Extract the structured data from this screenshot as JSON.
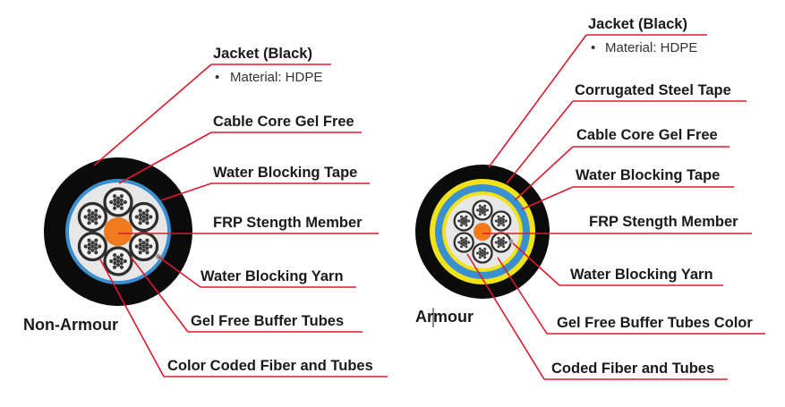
{
  "colors": {
    "leader": "#e0182d",
    "jacket": "#0b0b0b",
    "blue_tape": "#3a8fd0",
    "core_fill": "#e7e7e7",
    "member": "#f07a1c",
    "tube_fill": "#f2f2f2",
    "armour_yellow": "#f2e21a"
  },
  "left_cable": {
    "caption": "Non-Armour",
    "labels": {
      "jacket": "Jacket (Black)",
      "jacket_material": "Material: HDPE",
      "core": "Cable Core Gel Free",
      "tape": "Water Blocking Tape",
      "frp": "FRP Stength Member",
      "yarn": "Water Blocking Yarn",
      "tubes": "Gel Free Buffer Tubes",
      "fiber": "Color Coded Fiber and Tubes"
    }
  },
  "right_cable": {
    "caption": "Armour",
    "labels": {
      "jacket": "Jacket (Black)",
      "jacket_material": "Material: HDPE",
      "steel": "Corrugated Steel Tape",
      "core": "Cable Core Gel Free",
      "tape": "Water Blocking Tape",
      "frp": "FRP Stength Member",
      "yarn": "Water Blocking Yarn",
      "tubes": "Gel Free Buffer Tubes Color",
      "fiber": "Coded Fiber and Tubes"
    }
  },
  "bullet": "•"
}
